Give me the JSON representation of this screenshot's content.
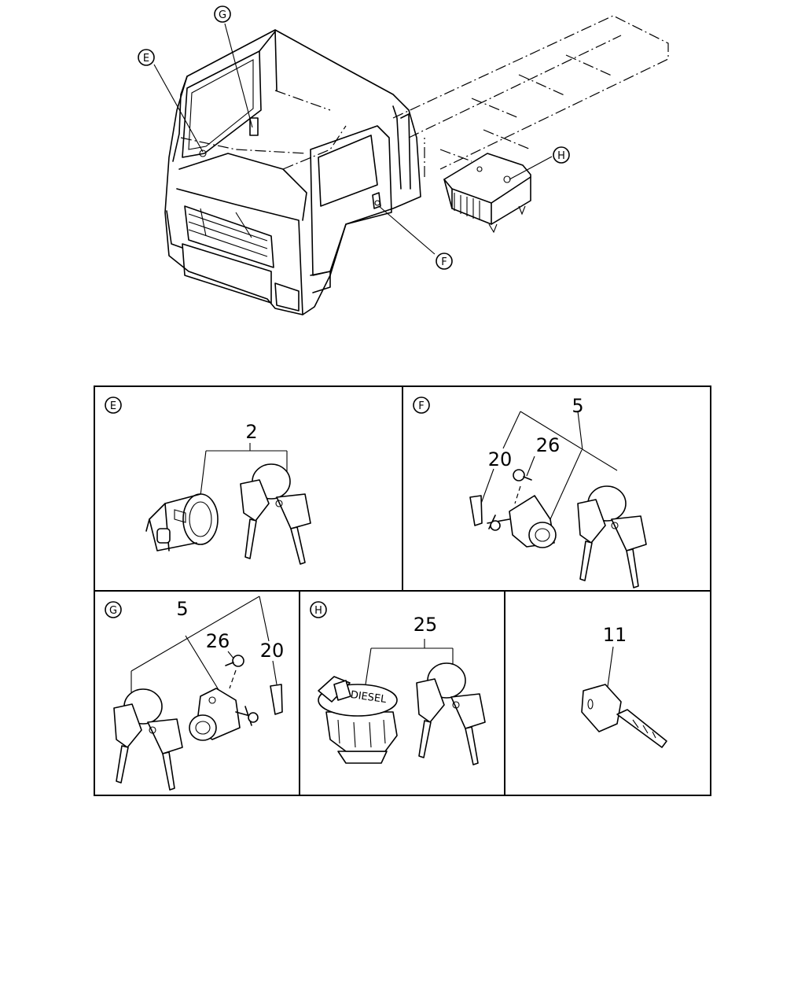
{
  "callouts": {
    "truck": {
      "e": "E",
      "g": "G",
      "f": "F",
      "h": "H"
    },
    "panels": {
      "e": "E",
      "f": "F",
      "g": "G",
      "h": "H"
    }
  },
  "parts": {
    "panel_e": {
      "key_set": "2"
    },
    "panel_f": {
      "key_set": "5",
      "retainer": "20",
      "screw": "26"
    },
    "panel_g": {
      "key_set": "5",
      "screw": "26",
      "retainer": "20"
    },
    "panel_h": {
      "fuel_cap_set": "25",
      "cap_text": "DIESEL"
    },
    "panel_key": {
      "key_blank": "11"
    }
  }
}
